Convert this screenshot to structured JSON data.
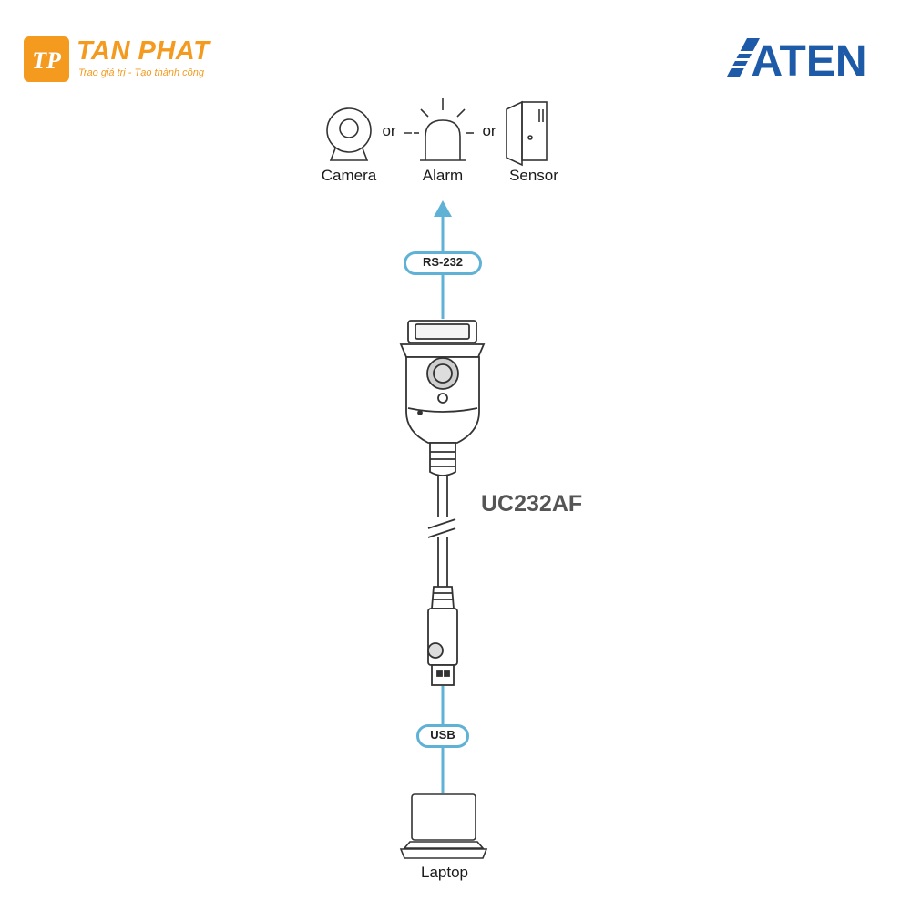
{
  "header": {
    "left_logo_name": "TAN PHAT",
    "left_logo_tagline": "Trao giá trị - Tạo thành công",
    "right_logo_text": "ATEN"
  },
  "devices": {
    "camera": "Camera",
    "alarm": "Alarm",
    "sensor": "Sensor",
    "or_1": "or",
    "or_2": "or"
  },
  "connections": {
    "top": "RS-232",
    "bottom": "USB"
  },
  "product": {
    "model": "UC232AF"
  },
  "host": {
    "laptop": "Laptop"
  },
  "colors": {
    "line": "#5fb1d6",
    "tanphat_orange": "#f39a1f",
    "aten_blue": "#1d5aa8"
  }
}
